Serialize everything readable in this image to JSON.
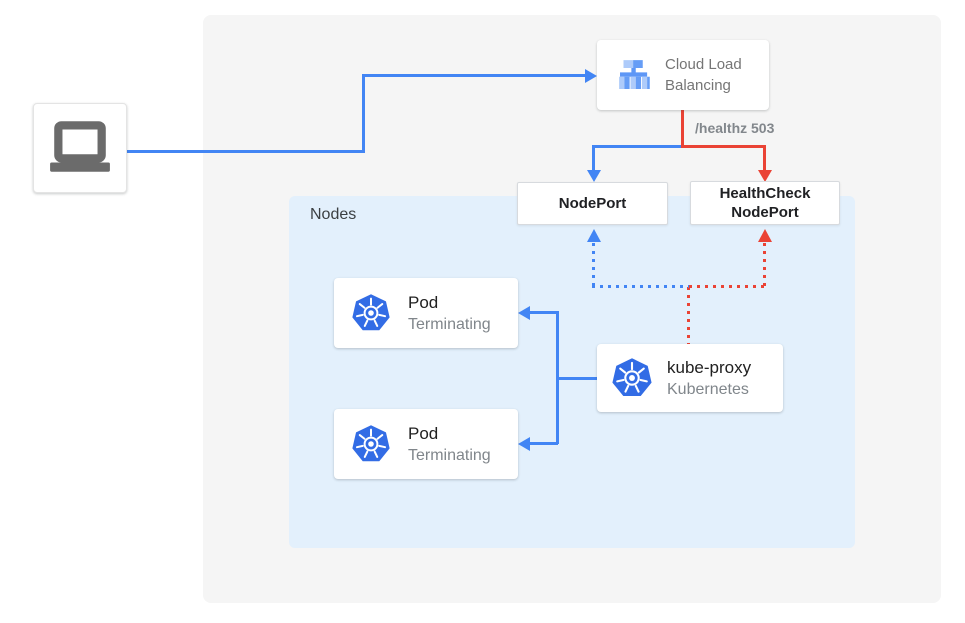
{
  "diagram": {
    "nodes_group_label": "Nodes",
    "cloud_load_balancing": {
      "label": "Cloud Load Balancing",
      "icon": "load-balancer-icon"
    },
    "client": {
      "icon": "laptop-icon"
    },
    "edges": {
      "healthz_label": "/healthz 503"
    },
    "nodeport": {
      "label": "NodePort"
    },
    "healthcheck_nodeport": {
      "label": "HealthCheck NodePort"
    },
    "pods": [
      {
        "title": "Pod",
        "subtitle": "Terminating",
        "icon": "kubernetes-icon"
      },
      {
        "title": "Pod",
        "subtitle": "Terminating",
        "icon": "kubernetes-icon"
      }
    ],
    "kube_proxy": {
      "title": "kube-proxy",
      "subtitle": "Kubernetes",
      "icon": "kubernetes-icon"
    },
    "colors": {
      "traffic_blue": "#4285f4",
      "healthcheck_red": "#ea4335",
      "nodes_background": "#e3f0fc",
      "canvas_background": "#f5f5f5",
      "kubernetes_blue": "#326ce5",
      "title_text": "#212121",
      "subtitle_text": "#80868b",
      "label_gray": "#82878c"
    }
  }
}
